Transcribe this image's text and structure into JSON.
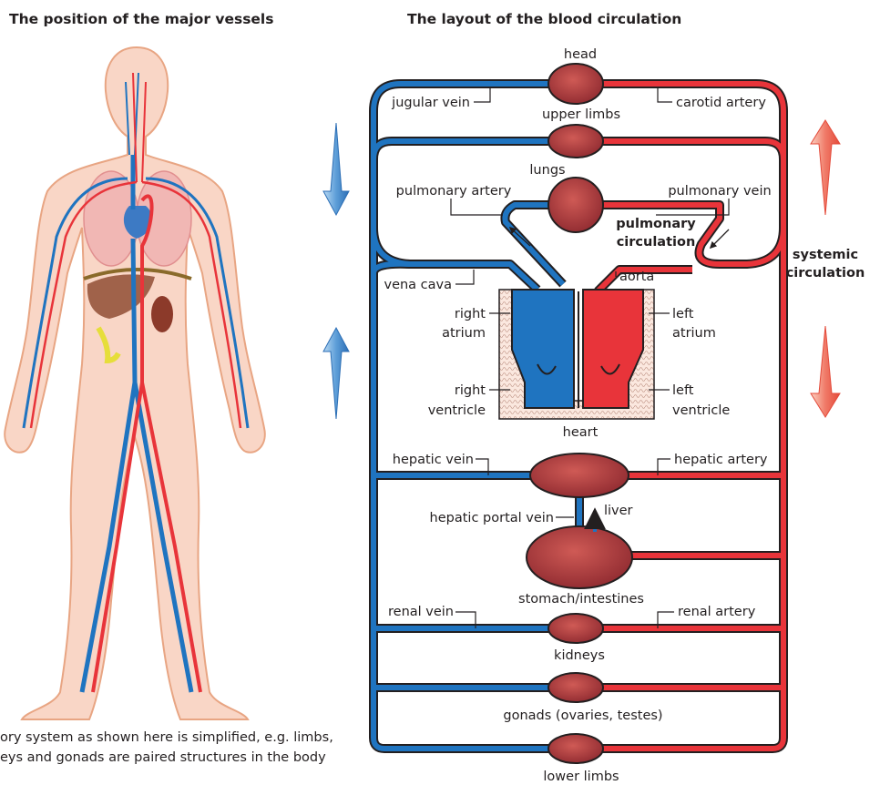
{
  "headings": {
    "left": "The position of the major vessels",
    "right": "The layout of the blood circulation"
  },
  "footnote": {
    "line1": "ory system as shown here is simplified, e.g. limbs,",
    "line2": "eys and gonads are paired structures in the body"
  },
  "organs": {
    "head": "head",
    "upper_limbs": "upper limbs",
    "lungs": "lungs",
    "heart": "heart",
    "liver": "liver",
    "stomach": "stomach/intestines",
    "kidneys": "kidneys",
    "gonads": "gonads (ovaries, testes)",
    "lower_limbs": "lower limbs"
  },
  "vessels": {
    "jugular_vein": "jugular vein",
    "carotid_artery": "carotid artery",
    "pulmonary_artery": "pulmonary artery",
    "pulmonary_vein": "pulmonary vein",
    "vena_cava": "vena cava",
    "aorta": "aorta",
    "hepatic_vein": "hepatic vein",
    "hepatic_artery": "hepatic artery",
    "hepatic_portal_vein": "hepatic portal vein",
    "renal_vein": "renal vein",
    "renal_artery": "renal artery"
  },
  "chambers": {
    "right_atrium_1": "right",
    "right_atrium_2": "atrium",
    "right_ventricle_1": "right",
    "right_ventricle_2": "ventricle",
    "left_atrium_1": "left",
    "left_atrium_2": "atrium",
    "left_ventricle_1": "left",
    "left_ventricle_2": "ventricle"
  },
  "circulations": {
    "pulmonary_1": "pulmonary",
    "pulmonary_2": "circulation",
    "systemic_1": "systemic",
    "systemic_2": "circulation"
  },
  "colors": {
    "vein_blue": "#1f74c0",
    "artery_red": "#e8343a",
    "organ": "#a8343b",
    "skin": "#f9d6c6",
    "outline": "#231f20"
  }
}
